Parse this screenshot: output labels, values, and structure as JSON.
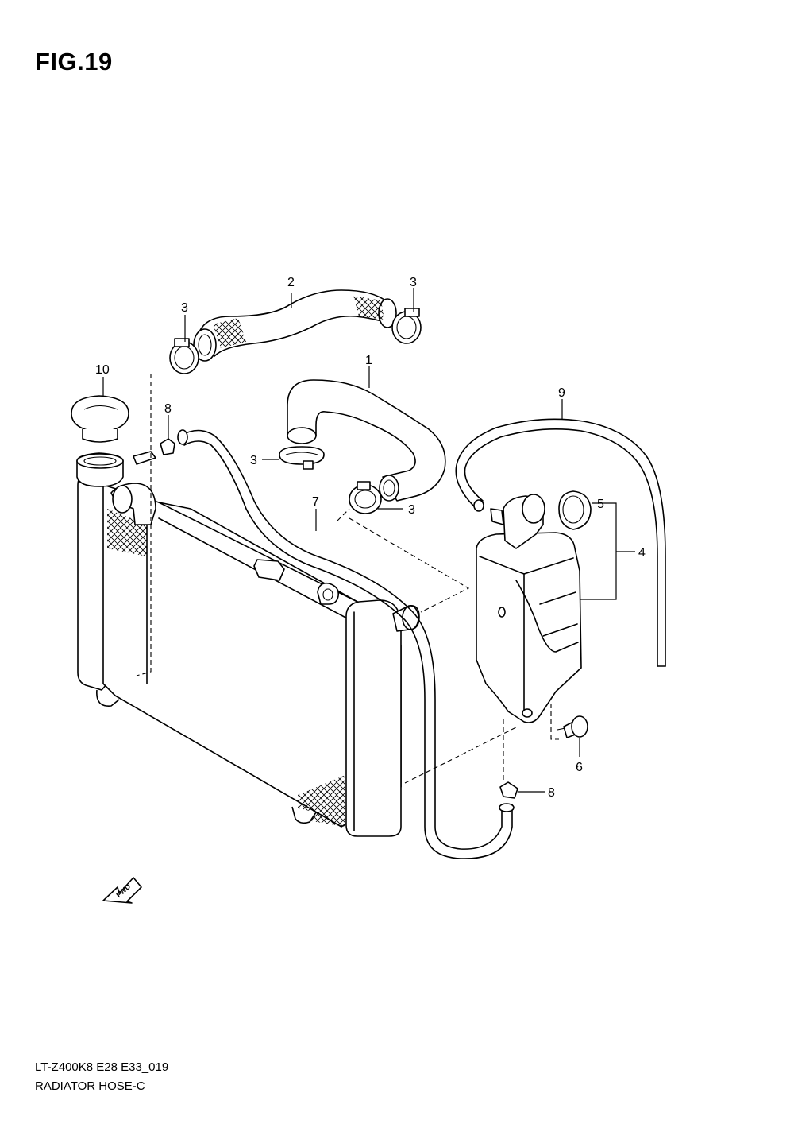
{
  "figure": {
    "title": "FIG.19"
  },
  "callouts": {
    "hose_upper": "2",
    "clamp_left_upper": "3",
    "clamp_right_upper": "3",
    "cap": "10",
    "hose_lower": "1",
    "clip_upper": "8",
    "clamp_mid": "3",
    "clamp_lower": "3",
    "hose_breather": "9",
    "hose_overflow": "7",
    "reservoir_cap": "5",
    "reservoir_tank": "4",
    "bolt": "6",
    "clip_lower": "8"
  },
  "direction_badge": {
    "text": "FWD"
  },
  "footer": {
    "model_code": "LT-Z400K8 E28 E33_019",
    "section_name": "RADIATOR HOSE-C"
  }
}
